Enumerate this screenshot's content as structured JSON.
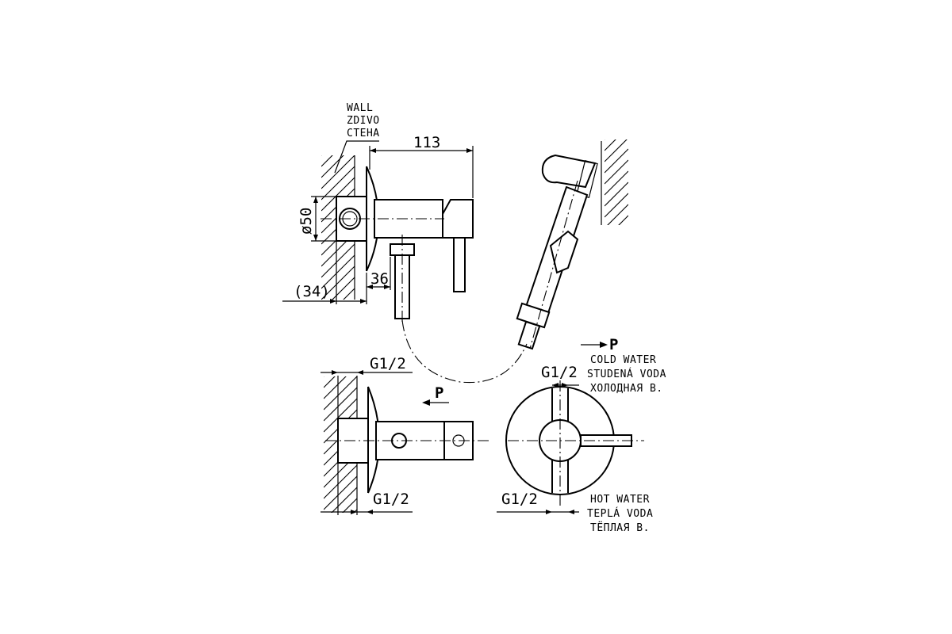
{
  "wall_labels": [
    "WALL",
    "ZDIVO",
    "СТЕНА"
  ],
  "dimensions": {
    "length": "113",
    "diameter": "ø50",
    "offset_36": "36",
    "offset_34": "(34)",
    "thread_top_left": "G1/2",
    "thread_bottom_left": "G1/2",
    "thread_top_right": "G1/2",
    "thread_bottom_right": "G1/2"
  },
  "flow_markers": {
    "p_left": "P",
    "p_right": "P"
  },
  "cold_water": [
    "COLD WATER",
    "STUDENÁ VODA",
    "ХОЛОДНАЯ В."
  ],
  "hot_water": [
    "HOT WATER",
    "TEPLÁ VODA",
    "ТЁПЛАЯ В."
  ]
}
